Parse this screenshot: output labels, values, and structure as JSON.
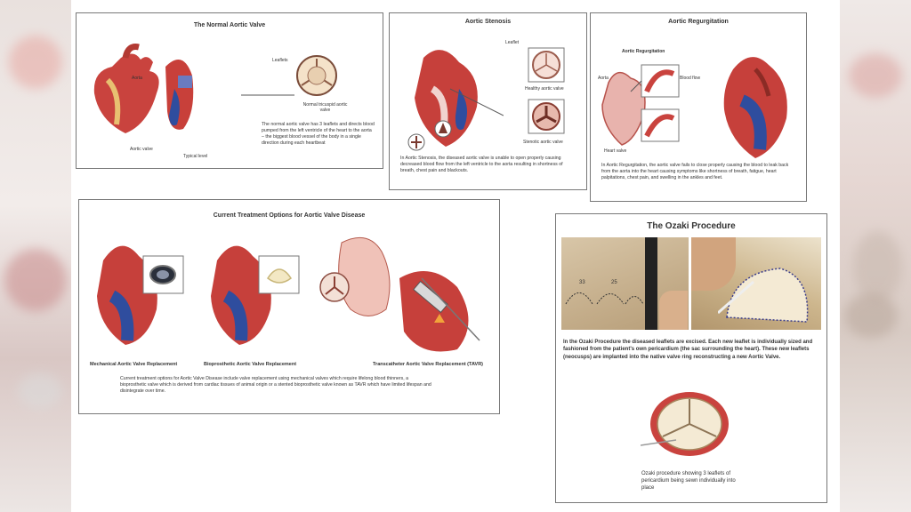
{
  "panels": {
    "normal": {
      "title": "The Normal Aortic Valve",
      "labels": {
        "aorta": "Aorta",
        "aortic_valve": "Aortic valve",
        "leaflets": "Leaflets",
        "normal_valve": "Normal tricuspid aortic valve",
        "typical": "Typical level"
      },
      "caption": "The normal aortic valve has 3 leaflets and directs blood pumped from the left ventricle of the heart to the aorta – the biggest blood vessel of the body in a single direction during each heartbeat"
    },
    "stenosis": {
      "title": "Aortic Stenosis",
      "labels": {
        "leaflet": "Leaflet",
        "healthy": "Healthy aortic valve",
        "stenotic": "Stenotic aortic valve"
      },
      "caption": "In Aortic Stenosis, the diseased aortic valve is unable to open properly causing decreased blood flow from the left ventricle to the aorta resulting in shortness of breath, chest pain and blackouts."
    },
    "regurgitation": {
      "title": "Aortic Regurgitation",
      "labels": {
        "inner_title": "Aortic Regurgitation",
        "aorta": "Aorta",
        "blood_flow": "Blood flow",
        "heart_valve": "Heart valve"
      },
      "caption": "In Aortic Regurgitation, the aortic valve fails to close properly causing the blood to leak back from the aorta into the heart causing symptoms like shortness of breath, fatigue, heart palpitations, chest pain, and swelling in the ankles and feet."
    },
    "treatment": {
      "title": "Current Treatment Options for Aortic Valve Disease",
      "labels": {
        "mechanical": "Mechanical Aortic Valve Replacement",
        "bioprosthetic": "Bioprosthetic Aortic Valve Replacement",
        "tavr": "Transcatheter Aortic Valve Replacement (TAVR)"
      },
      "caption": "Current treatment options for Aortic Valve Disease include valve replacement using  mechanical valves which require lifelong blood thinners, a bioprosthetic valve which is derived from cardiac tissues of animal origin or a stented bioprosthetic valve known as TAVR which have limited lifespan and disintegrate over time."
    },
    "ozaki": {
      "title": "The Ozaki Procedure",
      "caption": "In the Ozaki Procedure the diseased leaflets are excised. Each new leaflet is individually sized and fashioned from the patient's own pericardium (the sac surrounding the heart). These new leaflets (neocusps) are implanted into the native valve ring reconstructing a new Aortic Valve.",
      "figure_caption": "Ozaki procedure showing 3 leaflets of pericardium being sewn individually into place",
      "sizer_nums": [
        "33",
        "25"
      ]
    }
  }
}
